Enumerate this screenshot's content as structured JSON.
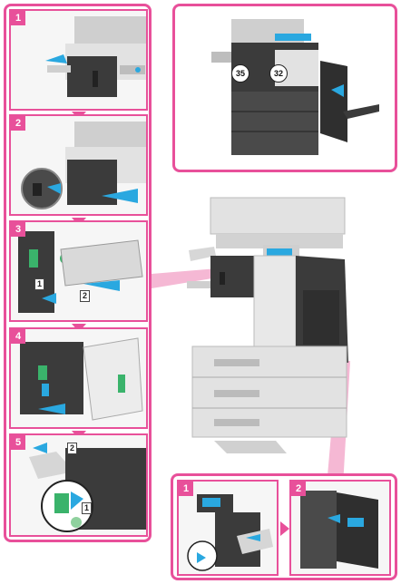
{
  "main_steps": [
    {
      "number": "1"
    },
    {
      "number": "2"
    },
    {
      "number": "3",
      "labels": [
        "1",
        "2"
      ]
    },
    {
      "number": "4"
    },
    {
      "number": "5",
      "labels": [
        "2",
        "1"
      ]
    }
  ],
  "overview": {
    "callouts": [
      "35",
      "32"
    ]
  },
  "detail_steps": [
    {
      "number": "1"
    },
    {
      "number": "2"
    }
  ],
  "colors": {
    "accent": "#e8509a",
    "body": "#d7d7d7",
    "dark": "#3b3b3b",
    "green": "#3ab36b",
    "blue": "#2aa8e0"
  }
}
